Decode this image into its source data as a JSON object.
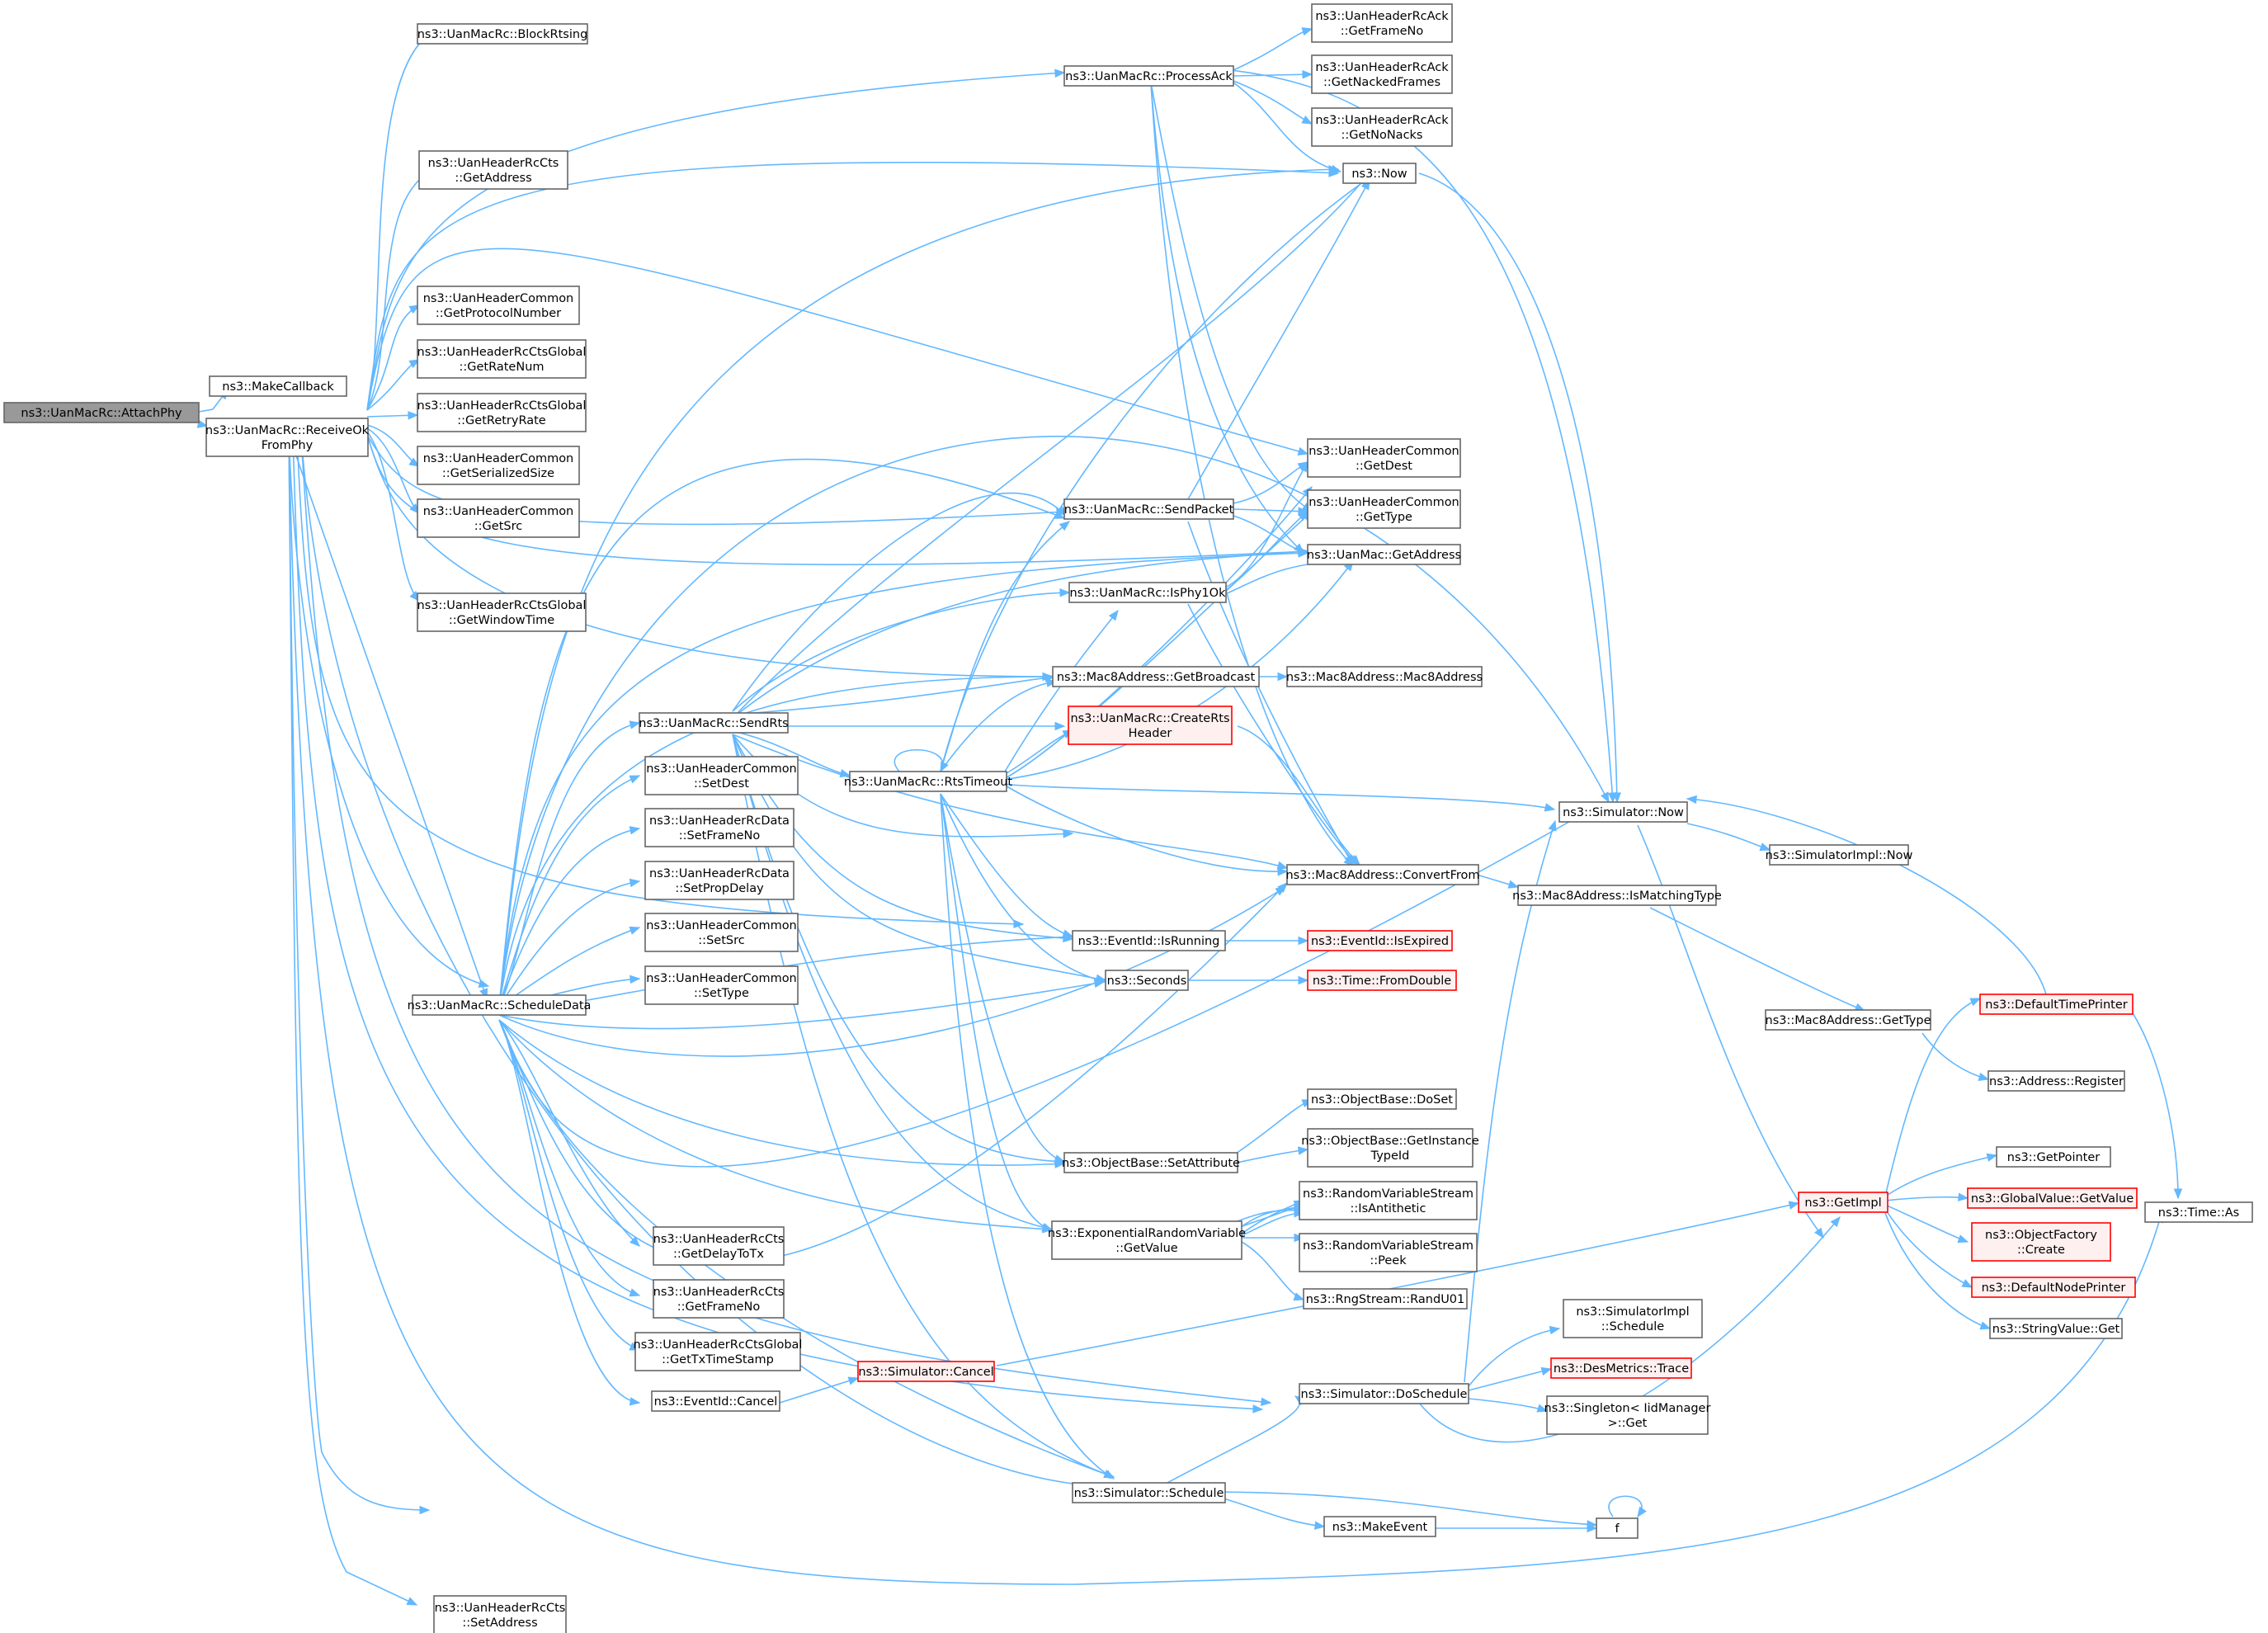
{
  "diagram": {
    "nodes": [
      {
        "id": "n_attachphy",
        "lines": [
          "ns3::UanMacRc::AttachPhy"
        ],
        "style": "focus"
      },
      {
        "id": "n_makecallback",
        "lines": [
          "ns3::MakeCallback"
        ]
      },
      {
        "id": "n_receiveok",
        "lines": [
          "ns3::UanMacRc::ReceiveOk",
          "FromPhy"
        ]
      },
      {
        "id": "n_blockrtsing",
        "lines": [
          "ns3::UanMacRc::BlockRtsing"
        ]
      },
      {
        "id": "n_cts_getaddress",
        "lines": [
          "ns3::UanHeaderRcCts",
          "::GetAddress"
        ]
      },
      {
        "id": "n_getprotocolnumber",
        "lines": [
          "ns3::UanHeaderCommon",
          "::GetProtocolNumber"
        ]
      },
      {
        "id": "n_getratenum",
        "lines": [
          "ns3::UanHeaderRcCtsGlobal",
          "::GetRateNum"
        ]
      },
      {
        "id": "n_getretryrate",
        "lines": [
          "ns3::UanHeaderRcCtsGlobal",
          "::GetRetryRate"
        ]
      },
      {
        "id": "n_getserializedsize",
        "lines": [
          "ns3::UanHeaderCommon",
          "::GetSerializedSize"
        ]
      },
      {
        "id": "n_getsrc",
        "lines": [
          "ns3::UanHeaderCommon",
          "::GetSrc"
        ]
      },
      {
        "id": "n_getwindowtime",
        "lines": [
          "ns3::UanHeaderRcCtsGlobal",
          "::GetWindowTime"
        ]
      },
      {
        "id": "n_scheduledata",
        "lines": [
          "ns3::UanMacRc::ScheduleData"
        ]
      },
      {
        "id": "n_setaddress",
        "lines": [
          "ns3::UanHeaderRcCts",
          "::SetAddress"
        ]
      },
      {
        "id": "n_sendrts",
        "lines": [
          "ns3::UanMacRc::SendRts"
        ]
      },
      {
        "id": "n_setdest",
        "lines": [
          "ns3::UanHeaderCommon",
          "::SetDest"
        ]
      },
      {
        "id": "n_setframeno",
        "lines": [
          "ns3::UanHeaderRcData",
          "::SetFrameNo"
        ]
      },
      {
        "id": "n_setpropdelay",
        "lines": [
          "ns3::UanHeaderRcData",
          "::SetPropDelay"
        ]
      },
      {
        "id": "n_setsrc",
        "lines": [
          "ns3::UanHeaderCommon",
          "::SetSrc"
        ]
      },
      {
        "id": "n_settype",
        "lines": [
          "ns3::UanHeaderCommon",
          "::SetType"
        ]
      },
      {
        "id": "n_getdelaytotx",
        "lines": [
          "ns3::UanHeaderRcCts",
          "::GetDelayToTx"
        ]
      },
      {
        "id": "n_cts_getframeno",
        "lines": [
          "ns3::UanHeaderRcCts",
          "::GetFrameNo"
        ]
      },
      {
        "id": "n_gettxtimestamp",
        "lines": [
          "ns3::UanHeaderRcCtsGlobal",
          "::GetTxTimeStamp"
        ]
      },
      {
        "id": "n_eventcancel",
        "lines": [
          "ns3::EventId::Cancel"
        ]
      },
      {
        "id": "n_simcancel",
        "lines": [
          "ns3::Simulator::Cancel"
        ],
        "style": "red"
      },
      {
        "id": "n_processack",
        "lines": [
          "ns3::UanMacRc::ProcessAck"
        ]
      },
      {
        "id": "n_ack_getframeno",
        "lines": [
          "ns3::UanHeaderRcAck",
          "::GetFrameNo"
        ]
      },
      {
        "id": "n_getnackedframes",
        "lines": [
          "ns3::UanHeaderRcAck",
          "::GetNackedFrames"
        ]
      },
      {
        "id": "n_getnonacks",
        "lines": [
          "ns3::UanHeaderRcAck",
          "::GetNoNacks"
        ]
      },
      {
        "id": "n_now",
        "lines": [
          "ns3::Now"
        ]
      },
      {
        "id": "n_getdest",
        "lines": [
          "ns3::UanHeaderCommon",
          "::GetDest"
        ]
      },
      {
        "id": "n_sendpacket",
        "lines": [
          "ns3::UanMacRc::SendPacket"
        ]
      },
      {
        "id": "n_gettype",
        "lines": [
          "ns3::UanHeaderCommon",
          "::GetType"
        ]
      },
      {
        "id": "n_uanmac_getaddress",
        "lines": [
          "ns3::UanMac::GetAddress"
        ]
      },
      {
        "id": "n_isphy1ok",
        "lines": [
          "ns3::UanMacRc::IsPhy1Ok"
        ]
      },
      {
        "id": "n_getbroadcast",
        "lines": [
          "ns3::Mac8Address::GetBroadcast"
        ]
      },
      {
        "id": "n_mac8address",
        "lines": [
          "ns3::Mac8Address::Mac8Address"
        ]
      },
      {
        "id": "n_creaters",
        "lines": [
          "ns3::UanMacRc::CreateRts",
          "Header"
        ],
        "style": "red"
      },
      {
        "id": "n_rtstimeout",
        "lines": [
          "ns3::UanMacRc::RtsTimeout"
        ]
      },
      {
        "id": "n_simnow",
        "lines": [
          "ns3::Simulator::Now"
        ]
      },
      {
        "id": "n_convertfrom",
        "lines": [
          "ns3::Mac8Address::ConvertFrom"
        ]
      },
      {
        "id": "n_simimplnow",
        "lines": [
          "ns3::SimulatorImpl::Now"
        ]
      },
      {
        "id": "n_ismatchingtype",
        "lines": [
          "ns3::Mac8Address::IsMatchingType"
        ]
      },
      {
        "id": "n_isrunning",
        "lines": [
          "ns3::EventId::IsRunning"
        ]
      },
      {
        "id": "n_isexpired",
        "lines": [
          "ns3::EventId::IsExpired"
        ],
        "style": "red"
      },
      {
        "id": "n_seconds",
        "lines": [
          "ns3::Seconds"
        ]
      },
      {
        "id": "n_fromdouble",
        "lines": [
          "ns3::Time::FromDouble"
        ],
        "style": "red"
      },
      {
        "id": "n_mac8gettype",
        "lines": [
          "ns3::Mac8Address::GetType"
        ]
      },
      {
        "id": "n_defaulttimeprinter",
        "lines": [
          "ns3::DefaultTimePrinter"
        ],
        "style": "red"
      },
      {
        "id": "n_register",
        "lines": [
          "ns3::Address::Register"
        ]
      },
      {
        "id": "n_doset",
        "lines": [
          "ns3::ObjectBase::DoSet"
        ]
      },
      {
        "id": "n_setattribute",
        "lines": [
          "ns3::ObjectBase::SetAttribute"
        ]
      },
      {
        "id": "n_getinstancetypeid",
        "lines": [
          "ns3::ObjectBase::GetInstance",
          "TypeId"
        ]
      },
      {
        "id": "n_getpointer",
        "lines": [
          "ns3::GetPointer"
        ]
      },
      {
        "id": "n_isantithetic",
        "lines": [
          "ns3::RandomVariableStream",
          "::IsAntithetic"
        ]
      },
      {
        "id": "n_globalgetvalue",
        "lines": [
          "ns3::GlobalValue::GetValue"
        ],
        "style": "red"
      },
      {
        "id": "n_timeas",
        "lines": [
          "ns3::Time::As"
        ]
      },
      {
        "id": "n_getimpl",
        "lines": [
          "ns3::GetImpl"
        ],
        "style": "red"
      },
      {
        "id": "n_objectfactory",
        "lines": [
          "ns3::ObjectFactory",
          "::Create"
        ],
        "style": "red"
      },
      {
        "id": "n_peek",
        "lines": [
          "ns3::RandomVariableStream",
          "::Peek"
        ]
      },
      {
        "id": "n_expgetvalue",
        "lines": [
          "ns3::ExponentialRandomVariable",
          "::GetValue"
        ]
      },
      {
        "id": "n_randu01",
        "lines": [
          "ns3::RngStream::RandU01"
        ]
      },
      {
        "id": "n_defaultnodeprinter",
        "lines": [
          "ns3::DefaultNodePrinter"
        ],
        "style": "red"
      },
      {
        "id": "n_stringvalueget",
        "lines": [
          "ns3::StringValue::Get"
        ]
      },
      {
        "id": "n_simimplschedule",
        "lines": [
          "ns3::SimulatorImpl",
          "::Schedule"
        ]
      },
      {
        "id": "n_desmetrics",
        "lines": [
          "ns3::DesMetrics::Trace"
        ],
        "style": "red"
      },
      {
        "id": "n_doschedule",
        "lines": [
          "ns3::Simulator::DoSchedule"
        ]
      },
      {
        "id": "n_singleton",
        "lines": [
          "ns3::Singleton< IidManager",
          ">::Get"
        ]
      },
      {
        "id": "n_simschedule",
        "lines": [
          "ns3::Simulator::Schedule"
        ]
      },
      {
        "id": "n_makeevent",
        "lines": [
          "ns3::MakeEvent"
        ]
      },
      {
        "id": "n_f",
        "lines": [
          "f"
        ]
      }
    ]
  }
}
